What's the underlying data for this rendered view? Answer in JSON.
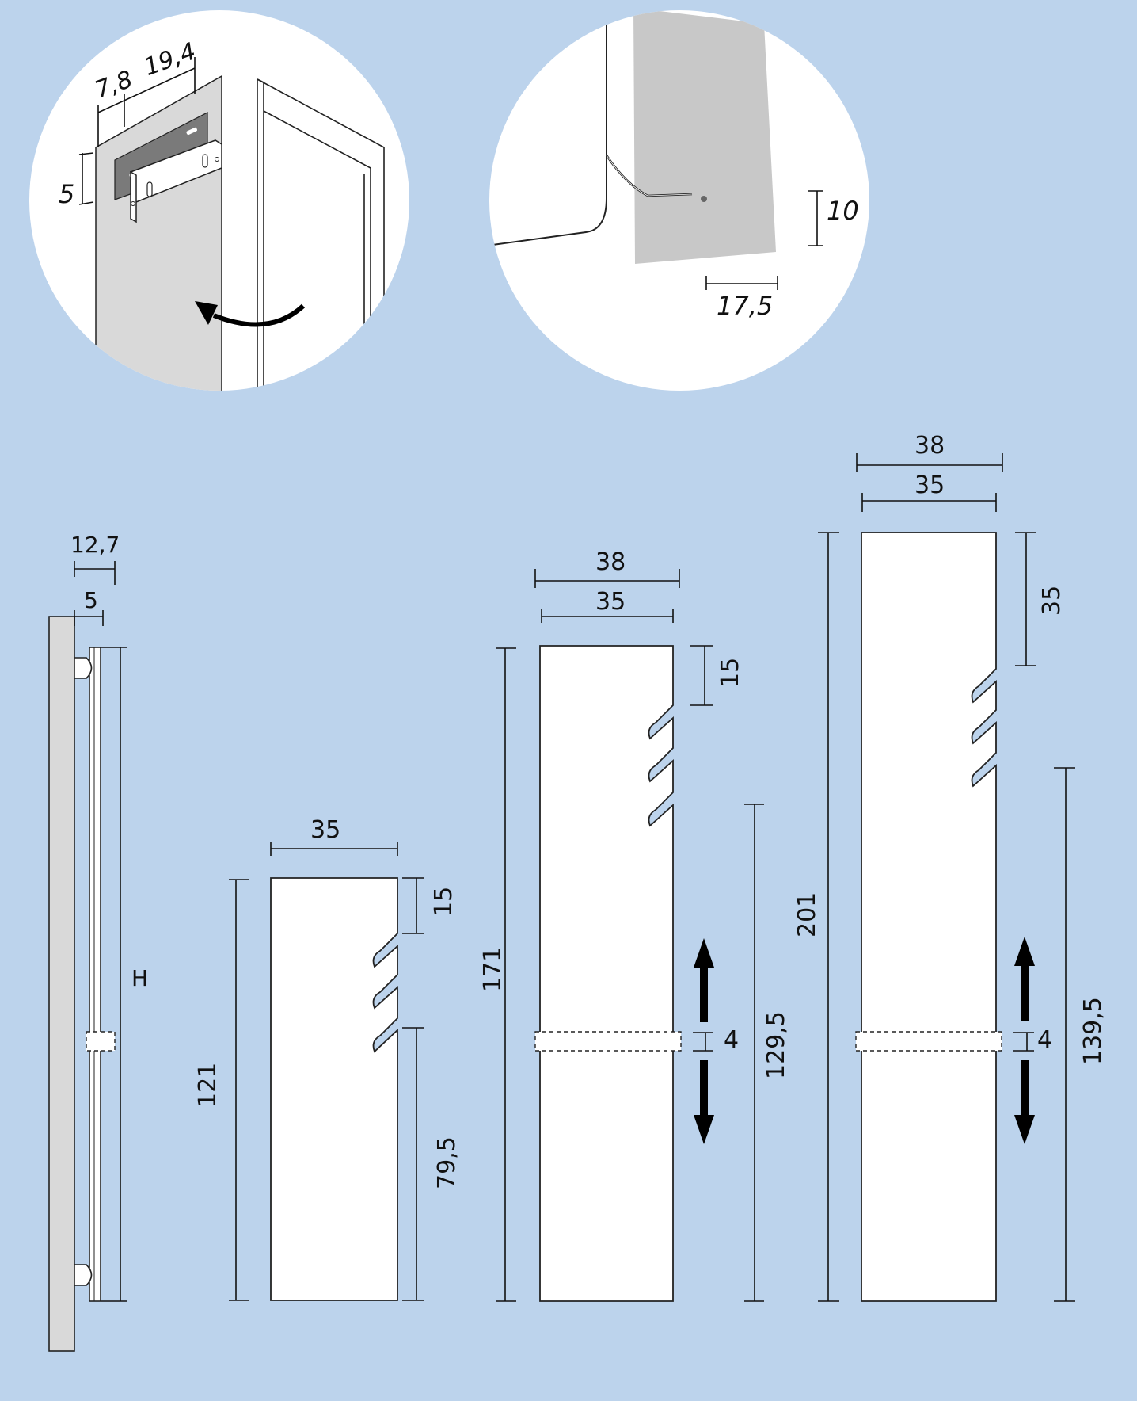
{
  "colors": {
    "background": "#bcd3ec",
    "panel_grey": "#d9d9d9",
    "bracket_grey": "#7a7a7a",
    "line": "#111111"
  },
  "detail_bracket": {
    "dim_a": "7,8",
    "dim_b": "19,4",
    "dim_c": "5",
    "icon": "rotate-arrow-icon"
  },
  "detail_cable": {
    "dim_height": "10",
    "dim_width": "17,5"
  },
  "side_view": {
    "dim_depth_total": "12,7",
    "dim_depth_wall": "5",
    "dim_height": "H"
  },
  "panel_small": {
    "width": "35",
    "notch_top": "15",
    "height": "121",
    "lower": "79,5"
  },
  "panel_medium": {
    "width_outer": "38",
    "width": "35",
    "notch_top": "15",
    "height": "171",
    "band": "4",
    "lower": "129,5",
    "icon": "up-down-arrow-icon"
  },
  "panel_large": {
    "width_outer": "38",
    "width": "35",
    "top": "35",
    "height": "201",
    "band": "4",
    "lower": "139,5",
    "icon": "up-down-arrow-icon"
  }
}
